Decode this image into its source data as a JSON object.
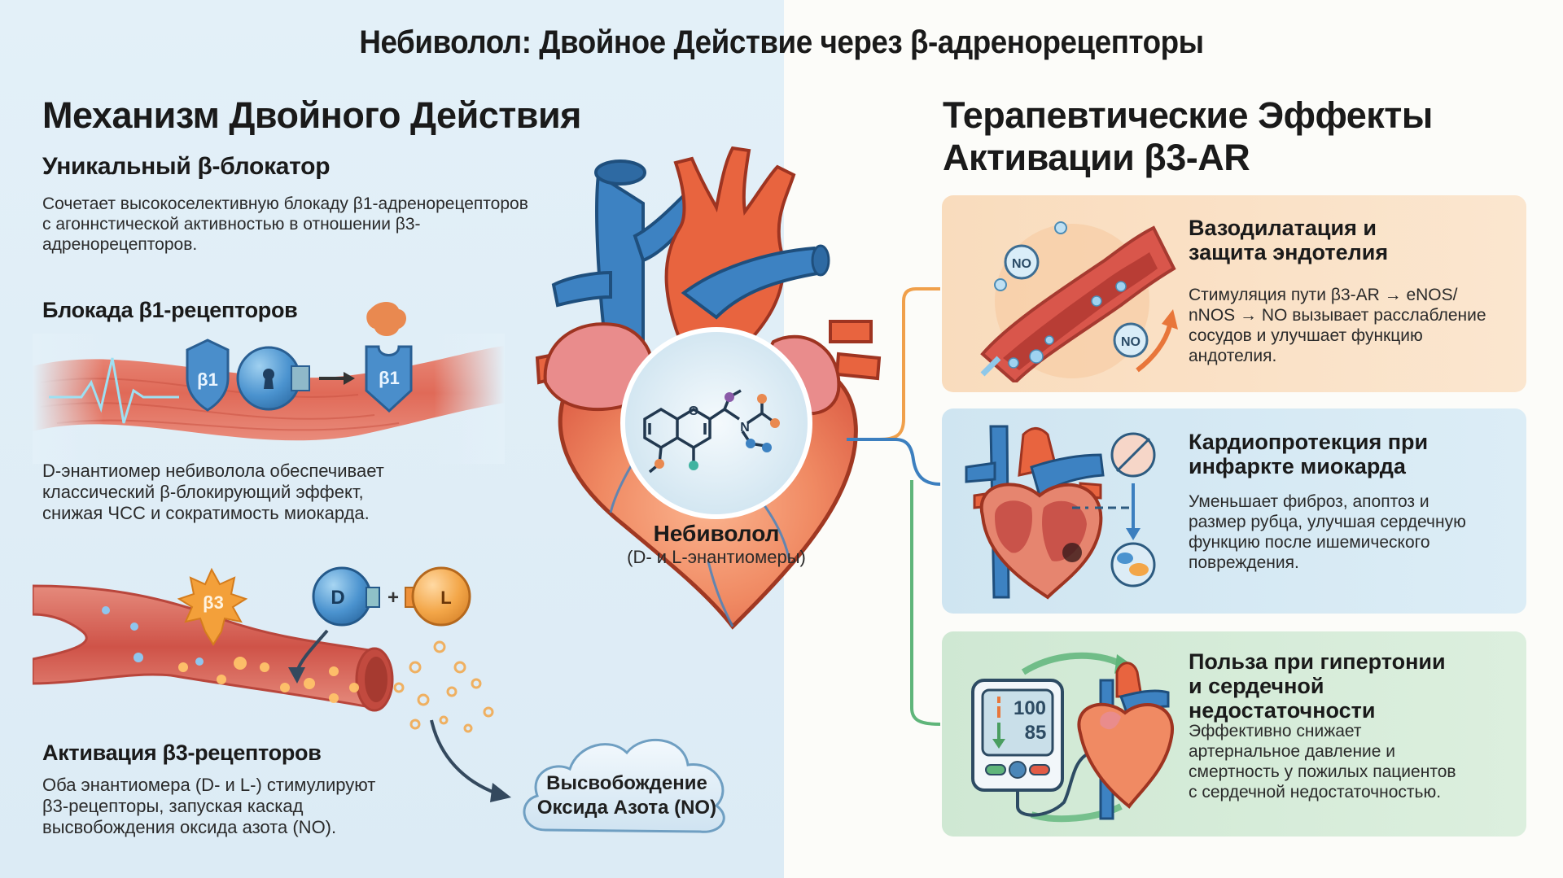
{
  "title": "Небиволол: Двойное Действие через β-адренорецепторы",
  "left": {
    "heading": "Механизм Двойного Действия",
    "unique": {
      "title": "Уникальный β-блокатор",
      "lines": [
        "Сочетает высокоселективную блокаду β1-адренорецепторов",
        "с агоннстической активностью в отношении β3-",
        "адренорецепторов."
      ]
    },
    "beta1": {
      "title": "Блокада β1-рецепторов",
      "badge_left": "β1",
      "badge_right": "β1",
      "lines": [
        "D-энантиомер небиволола обеспечивает",
        "классический β-блокирующий эффект,",
        "снижая ЧСС и сократимость миокарда."
      ]
    },
    "beta3": {
      "title": "Активация β3-рецепторов",
      "badge": "β3",
      "molecule_d": "D",
      "molecule_l": "L",
      "plus": "+",
      "lines": [
        "Оба энантиомера (D- и L-) стимулируют",
        "β3-рецепторы, запуская каскад",
        "высвобождения оксида азота (NO)."
      ]
    },
    "cloud": {
      "line1": "Высвобождение",
      "line2": "Оксида Азота (NO)"
    }
  },
  "center": {
    "drug_name": "Небиволол",
    "drug_sub": "(D- и L-энантиомеры)",
    "atom_o": "O",
    "atom_n": "N"
  },
  "right": {
    "heading_line1": "Терапевтические Эффекты",
    "heading_line2": "Активации β3-AR",
    "cards": [
      {
        "title_lines": [
          "Вазодилатация и",
          "защита эндотелия"
        ],
        "text_lines": [
          "Стимуляция пути β3-AR → eNOS/",
          "nNOS → NO вызывает расслабление",
          "сосудов и улучшает функцию",
          "андотелия."
        ],
        "icon_label_1": "NO",
        "icon_label_2": "NO",
        "color": "#f0a04b"
      },
      {
        "title_lines": [
          "Кардиопротекция при",
          "инфаркте миокарда"
        ],
        "text_lines": [
          "Уменьшает фиброз, апоптоз и",
          "размер рубца, улучшая сердечную",
          "функцию после ишемического",
          "повреждения."
        ],
        "color": "#3c7fbf"
      },
      {
        "title_lines": [
          "Польза при гипертонии",
          "и сердечной",
          "недостаточности"
        ],
        "text_lines": [
          "Эффективно снижает",
          "артернальное давление и",
          "смертность у пожилых пациентов",
          "с сердечной недостаточностью."
        ],
        "monitor_top": "100",
        "monitor_bottom": "85",
        "color": "#5fb57a"
      }
    ]
  },
  "colors": {
    "artery_red": "#e8643f",
    "vein_blue": "#3d82c2",
    "heart_body": "#f07a55",
    "orange_accent": "#f0a04b",
    "green_accent": "#5fb57a",
    "blue_accent": "#3c7fbf"
  }
}
